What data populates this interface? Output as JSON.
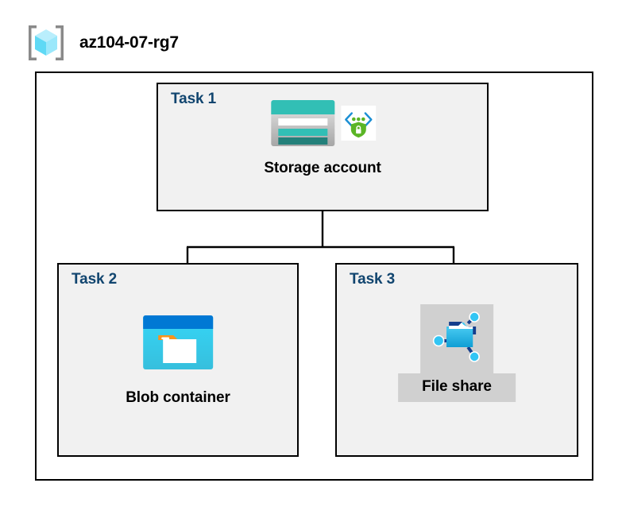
{
  "header": {
    "icon": "resource-group-icon",
    "title": "az104-07-rg7"
  },
  "colors": {
    "task_label": "#11456F",
    "box_fill": "#F1F1F1",
    "box_border": "#000000",
    "highlight": "#D0D0D0",
    "storage_teal": "#32BFB5",
    "storage_teal_dark": "#23807A",
    "blob_blue": "#0078D4",
    "blob_cyan": "#32D4F5",
    "blob_orange": "#F7941E",
    "shield_green": "#5BB526",
    "bracket_blue": "#0078D4",
    "fileshare_cyan": "#32C5F4",
    "fileshare_navy": "#143D8C",
    "rg_cube_cyan": "#9BE8FB",
    "rg_bracket_gray": "#8A8A8A"
  },
  "diagram": {
    "type": "azure-architecture",
    "container_label": "az104-07-rg7",
    "tasks": [
      {
        "id": "task1",
        "label": "Task 1",
        "node_label": "Storage account",
        "icons": [
          "storage-account-icon",
          "secure-storage-shield-icon"
        ],
        "highlighted": false
      },
      {
        "id": "task2",
        "label": "Task 2",
        "node_label": "Blob container",
        "icons": [
          "blob-container-icon"
        ],
        "highlighted": false
      },
      {
        "id": "task3",
        "label": "Task 3",
        "node_label": "File share",
        "icons": [
          "file-share-icon"
        ],
        "highlighted": true
      }
    ],
    "connections": [
      {
        "from": "Storage account",
        "to": "Blob container"
      },
      {
        "from": "Storage account",
        "to": "File share"
      }
    ]
  }
}
